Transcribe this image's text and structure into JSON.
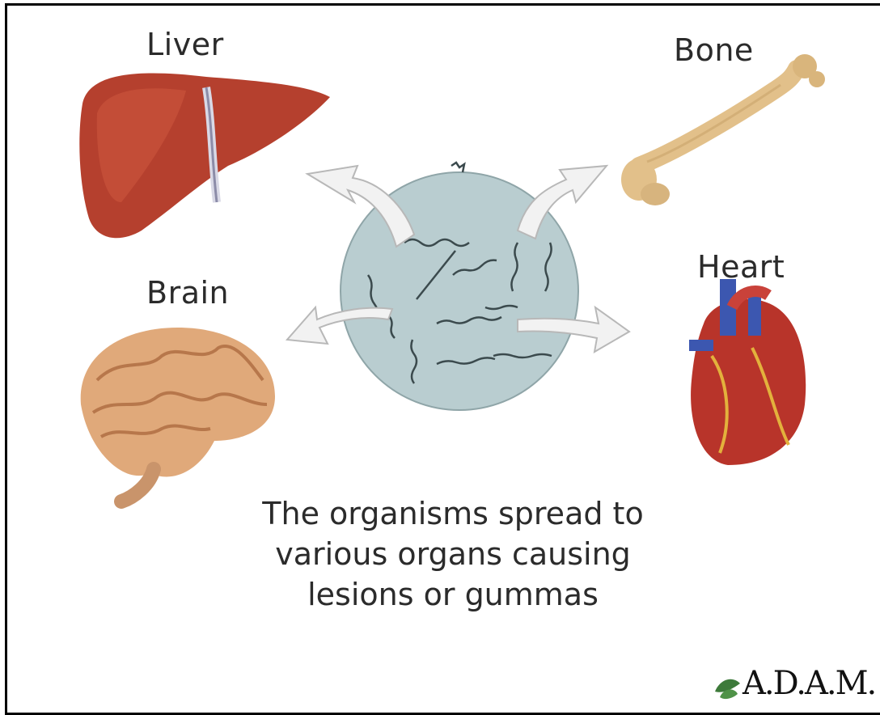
{
  "labels": {
    "liver": "Liver",
    "bone": "Bone",
    "brain": "Brain",
    "heart": "Heart"
  },
  "caption": {
    "line1": "The organisms spread to",
    "line2": "various organs causing",
    "line3": "lesions or gummas"
  },
  "logo": "A.D.A.M.",
  "colors": {
    "sphere": "#b9cdd0",
    "arrow_fill": "#f2f2f2",
    "arrow_stroke": "#b8b8b8",
    "liver": "#b5402e",
    "bone": "#e2c08a",
    "brain": "#e0a97a",
    "heart_red": "#b8342a",
    "heart_blue": "#3c57b0"
  }
}
